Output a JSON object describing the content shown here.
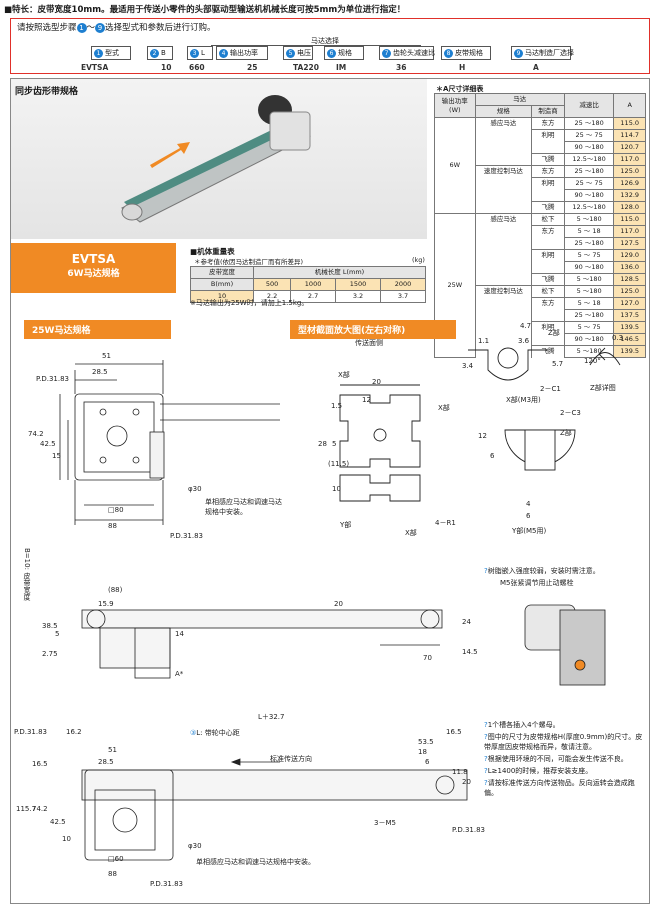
{
  "feature": "■特长：皮带宽度10mm。最适用于传送小零件的头部驱动型输送机机械长度可按5mm为单位进行指定！",
  "order": {
    "instruction_prefix": "请按照选型步骤",
    "instruction_suffix": "选择型式和参数后进行订购。",
    "circle1": "1",
    "circle9": "9",
    "steps": [
      {
        "num": "1",
        "label": "型式"
      },
      {
        "num": "2",
        "label": "B"
      },
      {
        "num": "3",
        "label": "L"
      },
      {
        "num": "4",
        "label": "输出功率"
      },
      {
        "num": "5",
        "label": "电压"
      },
      {
        "num": "6",
        "label": "规格"
      },
      {
        "num": "7",
        "label": "齿轮头减速比"
      },
      {
        "num": "8",
        "label": "皮带规格"
      },
      {
        "num": "9",
        "label": "马达制造厂选择"
      }
    ],
    "motor_group": "马达选择",
    "example": [
      "EVTSA",
      "10",
      "660",
      "25",
      "TA220",
      "IM",
      "36",
      "H",
      "A"
    ],
    "dashes": "–"
  },
  "product": {
    "title": "同步齿形带规格",
    "code": "EVTSA",
    "subtitle": "6W马达规格"
  },
  "weight": {
    "title": "■机体重量表",
    "note": "＊参考值(依因马达制造厂而有所差异)",
    "unit": "(kg)",
    "header_b": "皮带宽度",
    "header_b2": "B(mm)",
    "header_l": "机械长度 L(mm)",
    "lengths": [
      "500",
      "1000",
      "1500",
      "2000"
    ],
    "row_b": "10",
    "row_vals": [
      "2.2",
      "2.7",
      "3.2",
      "3.7"
    ],
    "footnote": "※马达输出为25W时，请加上1.5kg。"
  },
  "dimtable": {
    "title": "＊A尺寸详细表",
    "h_power": "输出功率",
    "h_power_unit": "(W)",
    "h_motor": "马达",
    "h_spec": "规格",
    "h_maker": "制造商",
    "h_ratio": "减速比",
    "h_a": "A",
    "groups": [
      {
        "power": "6W",
        "rows": [
          {
            "spec": "感应马达",
            "maker": "东方",
            "ratio": "25 ～180",
            "a": "115.0"
          },
          {
            "spec": "",
            "maker": "利明",
            "ratio": "25 ～ 75",
            "a": "114.7"
          },
          {
            "spec": "",
            "maker": "",
            "ratio": "90 ～180",
            "a": "120.7"
          },
          {
            "spec": "",
            "maker": "飞腾",
            "ratio": "12.5～180",
            "a": "117.0"
          },
          {
            "spec": "速度控制马达",
            "maker": "东方",
            "ratio": "25 ～180",
            "a": "125.0"
          },
          {
            "spec": "",
            "maker": "利明",
            "ratio": "25 ～ 75",
            "a": "126.9"
          },
          {
            "spec": "",
            "maker": "",
            "ratio": "90 ～180",
            "a": "132.9"
          },
          {
            "spec": "",
            "maker": "飞腾",
            "ratio": "12.5～180",
            "a": "128.0"
          }
        ]
      },
      {
        "power": "25W",
        "rows": [
          {
            "spec": "感应马达",
            "maker": "松下",
            "ratio": "5 ～180",
            "a": "115.0"
          },
          {
            "spec": "",
            "maker": "东方",
            "ratio": "5 ～ 18",
            "a": "117.0"
          },
          {
            "spec": "",
            "maker": "",
            "ratio": "25 ～180",
            "a": "127.5"
          },
          {
            "spec": "",
            "maker": "利明",
            "ratio": "5 ～ 75",
            "a": "129.0"
          },
          {
            "spec": "",
            "maker": "",
            "ratio": "90 ～180",
            "a": "136.0"
          },
          {
            "spec": "",
            "maker": "飞腾",
            "ratio": "5 ～180",
            "a": "128.5"
          },
          {
            "spec": "速度控制马达",
            "maker": "松下",
            "ratio": "5 ～180",
            "a": "125.0"
          },
          {
            "spec": "",
            "maker": "东方",
            "ratio": "5 ～ 18",
            "a": "127.0"
          },
          {
            "spec": "",
            "maker": "",
            "ratio": "25 ～180",
            "a": "137.5"
          },
          {
            "spec": "",
            "maker": "利明",
            "ratio": "5 ～ 75",
            "a": "139.5"
          },
          {
            "spec": "",
            "maker": "",
            "ratio": "90 ～180",
            "a": "146.5"
          },
          {
            "spec": "",
            "maker": "飞腾",
            "ratio": "5 ～180",
            "a": "139.5"
          }
        ]
      }
    ]
  },
  "section25w": {
    "title": "25W马达规格",
    "d51": "51",
    "d285": "28.5",
    "pd": "P.D.31.83",
    "d742": "74.2",
    "d425": "42.5",
    "d15": "15",
    "phi30": "φ30",
    "sq80": "□80",
    "d88": "88",
    "note1": "单相感应马达和调速马达",
    "note2": "规格中安装。"
  },
  "profile": {
    "title": "型材截面放大图(左右对称)",
    "face": "传送面侧",
    "xpart": "X部",
    "ypart": "Y部",
    "zpart": "Z部",
    "d20": "20",
    "d12": "12",
    "tol": "+0.3/0",
    "d15": "1.5",
    "d5": "5",
    "d28": "28",
    "d115": "(11.5)",
    "d10": "10",
    "r1": "4－R1",
    "x_m3": "X部(M3用)",
    "y_m5": "Y部(M5用)",
    "z_detail": "Z部详图",
    "d47": "4.7",
    "d11": "1.1",
    "d36": "3.6",
    "d34": "3.4",
    "c1": "2－C1",
    "d57": "5.7",
    "d03": "0.3",
    "a120": "120°",
    "c3": "2－C3",
    "d12b": "12",
    "d6": "6",
    "d4": "4",
    "d6b": "6"
  },
  "side": {
    "beltwidth": "B=10: 皮带宽度",
    "d88p": "(88)",
    "d159": "15.9",
    "d20": "20",
    "d385": "38.5",
    "d5": "5",
    "d275": "2.75",
    "d14": "14",
    "a": "A*",
    "d70": "70",
    "d24": "24",
    "d145": "14.5",
    "note_resin": "树脂嵌入强度较弱，安装时需注意。",
    "note_m5": "M5张紧调节用止动螺栓"
  },
  "top": {
    "l327": "L＋32.7",
    "pd": "P.D.31.83",
    "d162": "16.2",
    "l_center": "L: 带轮中心距",
    "d165": "16.5",
    "d535": "53.5",
    "d18": "18",
    "d6": "6",
    "d51": "51",
    "d285": "28.5",
    "direction": "标准传送方向",
    "d1157": "115.7",
    "d742": "74.2",
    "d425": "42.5",
    "d10": "10",
    "d165b": "16.5",
    "d118": "11.8",
    "d20": "20",
    "m5": "3－M5",
    "phi30": "φ30",
    "sq60": "□60",
    "d88": "88",
    "pd2": "P.D.31.83",
    "note_motor": "单相感应马达和调速马达规格中安装。"
  },
  "notes": [
    "1个槽各插入4个螺母。",
    "图中的尺寸为皮带规格H(厚度0.9mm)的尺寸。皮带厚度因皮带规格而异，敬请注意。",
    "根据使用环境的不同，可能会发生传送不良。",
    "L≥1400的时候，推荐安装支座。",
    "请按标准传送方向传送物品。反向运转会造成跑偏。"
  ],
  "colors": {
    "accent_orange": "#f08a24",
    "red_border": "#e0302a",
    "blue_circle": "#1e7fd0",
    "highlight": "#fbe3b4"
  }
}
